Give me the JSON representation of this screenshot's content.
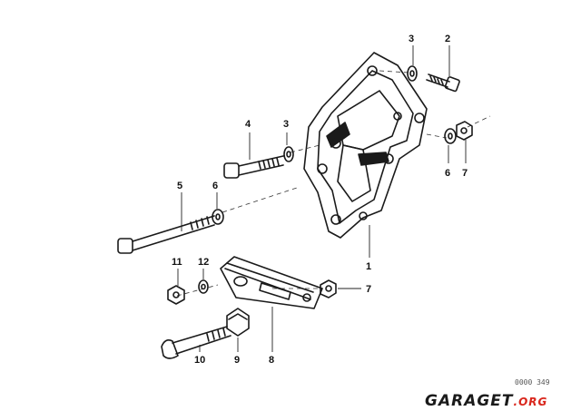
{
  "callouts": [
    {
      "id": "c1",
      "text": "1"
    },
    {
      "id": "c2",
      "text": "2"
    },
    {
      "id": "c3a",
      "text": "3"
    },
    {
      "id": "c3b",
      "text": "3"
    },
    {
      "id": "c4",
      "text": "4"
    },
    {
      "id": "c5",
      "text": "5"
    },
    {
      "id": "c6a",
      "text": "6"
    },
    {
      "id": "c6b",
      "text": "6"
    },
    {
      "id": "c7a",
      "text": "7"
    },
    {
      "id": "c7b",
      "text": "7"
    },
    {
      "id": "c8",
      "text": "8"
    },
    {
      "id": "c9",
      "text": "9"
    },
    {
      "id": "c10",
      "text": "10"
    },
    {
      "id": "c11",
      "text": "11"
    },
    {
      "id": "c12",
      "text": "12"
    }
  ],
  "drawing_code": "0000 349",
  "watermark": {
    "text_main": "GARAGET",
    "text_suffix": ".ORG",
    "color_main": "#1a1a1a",
    "color_suffix": "#d9261c"
  }
}
